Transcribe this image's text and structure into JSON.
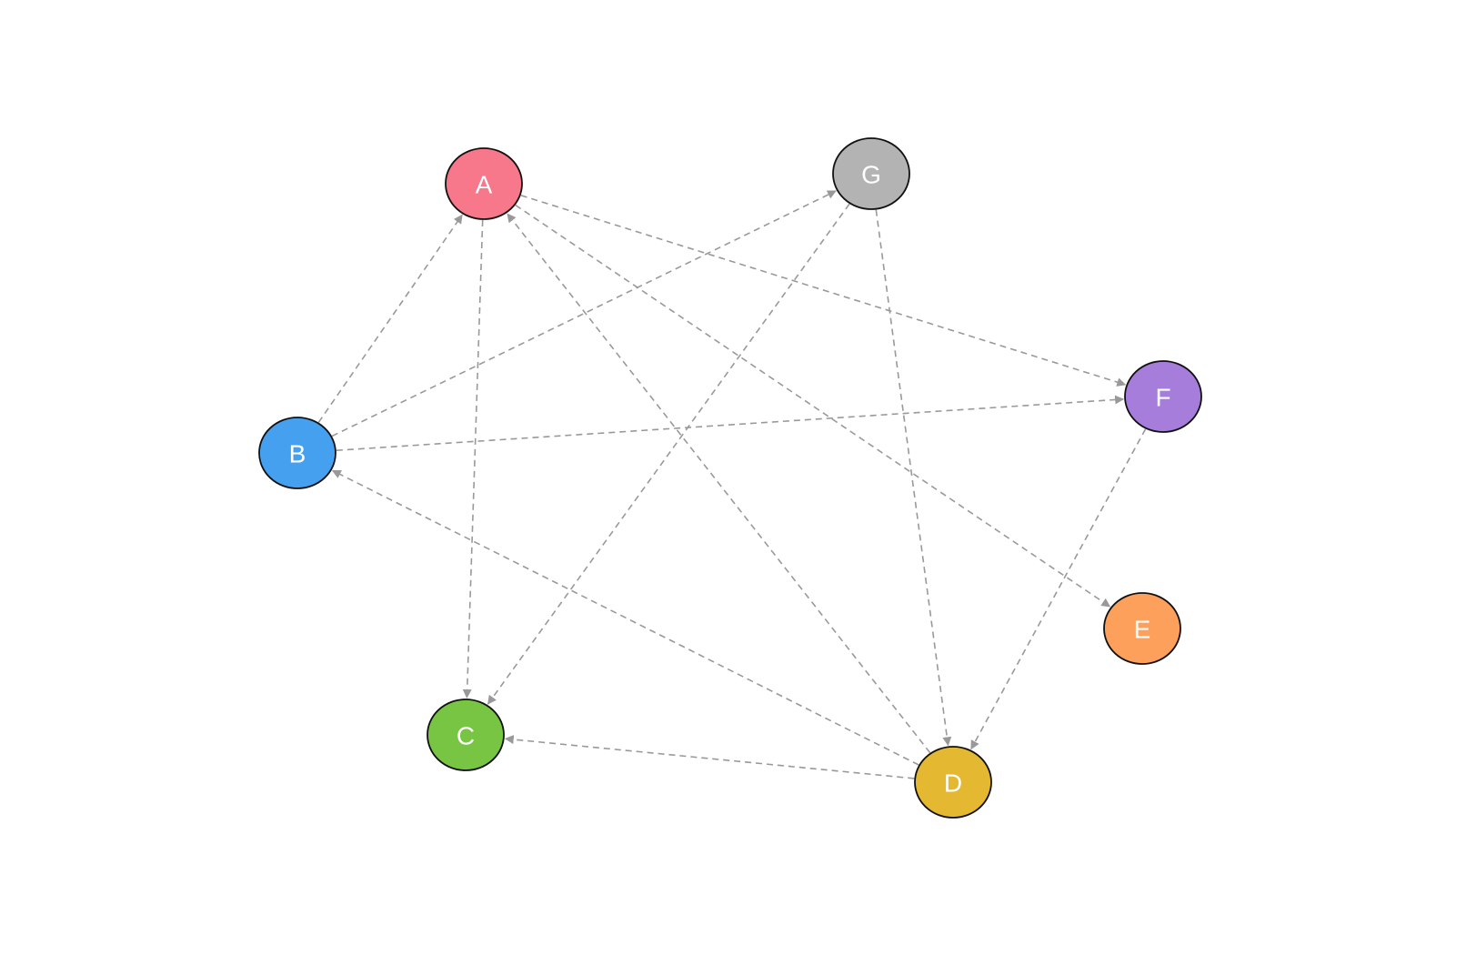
{
  "diagram": {
    "type": "directed-graph",
    "edge_style": "dashed",
    "edge_color": "#999999",
    "node_border_color": "#111111",
    "label_color": "#ffffff",
    "nodes": [
      {
        "id": "A",
        "label": "A",
        "color": "#f7788a"
      },
      {
        "id": "B",
        "label": "B",
        "color": "#45a1f0"
      },
      {
        "id": "C",
        "label": "C",
        "color": "#78c443"
      },
      {
        "id": "D",
        "label": "D",
        "color": "#e4b830"
      },
      {
        "id": "E",
        "label": "E",
        "color": "#fca05c"
      },
      {
        "id": "F",
        "label": "F",
        "color": "#a67ddb"
      },
      {
        "id": "G",
        "label": "G",
        "color": "#b3b3b3"
      }
    ],
    "edges": [
      {
        "from": "B",
        "to": "A"
      },
      {
        "from": "A",
        "to": "C"
      },
      {
        "from": "A",
        "to": "F"
      },
      {
        "from": "A",
        "to": "E"
      },
      {
        "from": "D",
        "to": "A"
      },
      {
        "from": "B",
        "to": "G"
      },
      {
        "from": "B",
        "to": "F"
      },
      {
        "from": "D",
        "to": "B"
      },
      {
        "from": "G",
        "to": "C"
      },
      {
        "from": "G",
        "to": "D"
      },
      {
        "from": "F",
        "to": "D"
      },
      {
        "from": "D",
        "to": "C"
      }
    ]
  }
}
